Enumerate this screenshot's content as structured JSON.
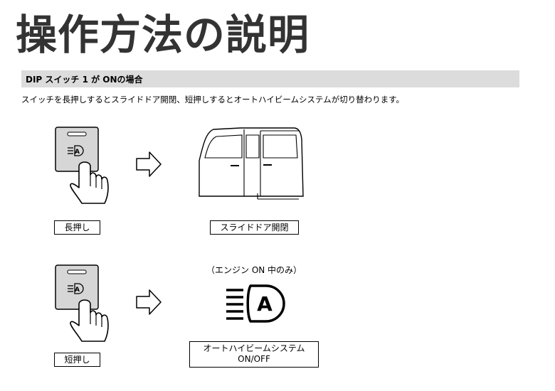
{
  "page": {
    "title": "操作方法の説明",
    "section_heading": "DIP スイッチ 1 が ONの場合",
    "description": "スイッチを長押しするとスライドドア開閉、短押しするとオートハイビームシステムが切り替わります。"
  },
  "row1": {
    "press_label": "長押し",
    "result_label": "スライドドア開閉"
  },
  "row2": {
    "press_label": "短押し",
    "note": "（エンジン ON 中のみ）",
    "result_label_line1": "オートハイビームシステム",
    "result_label_line2": "ON/OFF"
  },
  "icons": {
    "switch_icon_letter": "A",
    "headlamp_icon_letter": "A"
  }
}
